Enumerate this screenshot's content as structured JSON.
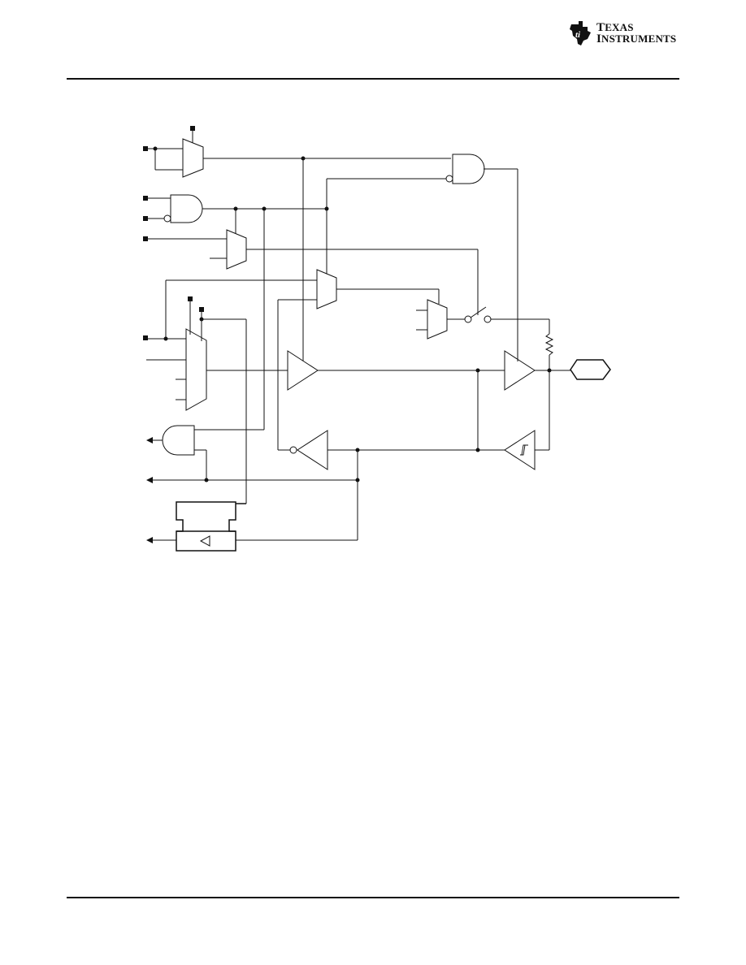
{
  "header": {
    "logo": {
      "line1_initial": "T",
      "line1_rest": "EXAS",
      "line2_initial": "I",
      "line2_rest": "NSTRUMENTS"
    }
  },
  "colors": {
    "ink": "#111111",
    "background": "#ffffff"
  },
  "diagram": {
    "type": "logic-schematic",
    "components": [
      "mux-top",
      "and-gate-inverted-input",
      "mux-2to1",
      "mux-center",
      "mux-small",
      "mux-4to1-left",
      "and-gate-output",
      "and-gate-right",
      "switch",
      "pullup-resistor",
      "output-buffer",
      "input-buffer-center",
      "schmitt-trigger-buffer",
      "inverter",
      "latch-block",
      "pin-terminal"
    ]
  }
}
